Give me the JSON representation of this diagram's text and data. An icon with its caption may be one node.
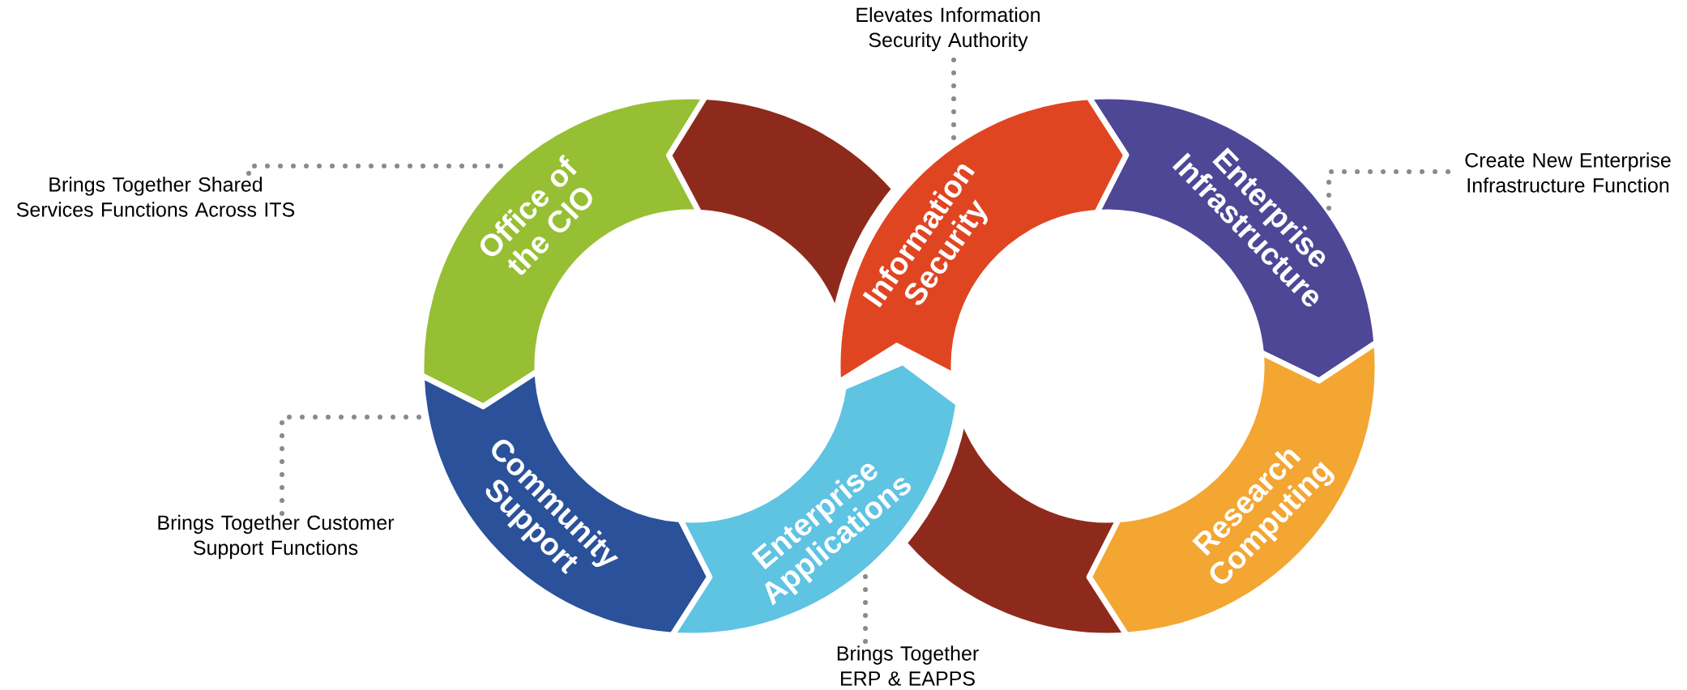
{
  "diagram": {
    "nodes": [
      {
        "text": [
          "Elevates Information Security Authority"
        ]
      },
      {
        "text": [
          "Brings Together Shared Services Functions Across ITS"
        ]
      },
      {
        "text": [
          "Office of the CIO"
        ]
      },
      {
        "text": [],
        "shape": "arrow"
      },
      {
        "text": [
          "Information Security"
        ]
      },
      {
        "text": [
          "Enterprise Infrastructure"
        ]
      },
      {
        "text": [
          "Create New Enterprise Infrastructure Function"
        ]
      },
      {
        "text": [
          "Community Support"
        ]
      },
      {
        "text": [
          "Enterprise Applications"
        ]
      },
      {
        "text": [
          "Research Computing"
        ]
      },
      {
        "text": [],
        "shape": "arrow"
      },
      {
        "text": [
          "Brings Together Customer Support Functions"
        ]
      },
      {
        "text": [
          "Brings Together ERP & EAPPS"
        ]
      }
    ],
    "edges": [
      {
        "from": 0,
        "to": 4,
        "arrow": "none"
      },
      {
        "from": 1,
        "to": 2,
        "arrow": "none"
      },
      {
        "from": 6,
        "to": 5,
        "arrow": "none"
      },
      {
        "from": 11,
        "to": 7,
        "arrow": "none"
      },
      {
        "from": 12,
        "to": 8,
        "arrow": "none"
      }
    ]
  }
}
